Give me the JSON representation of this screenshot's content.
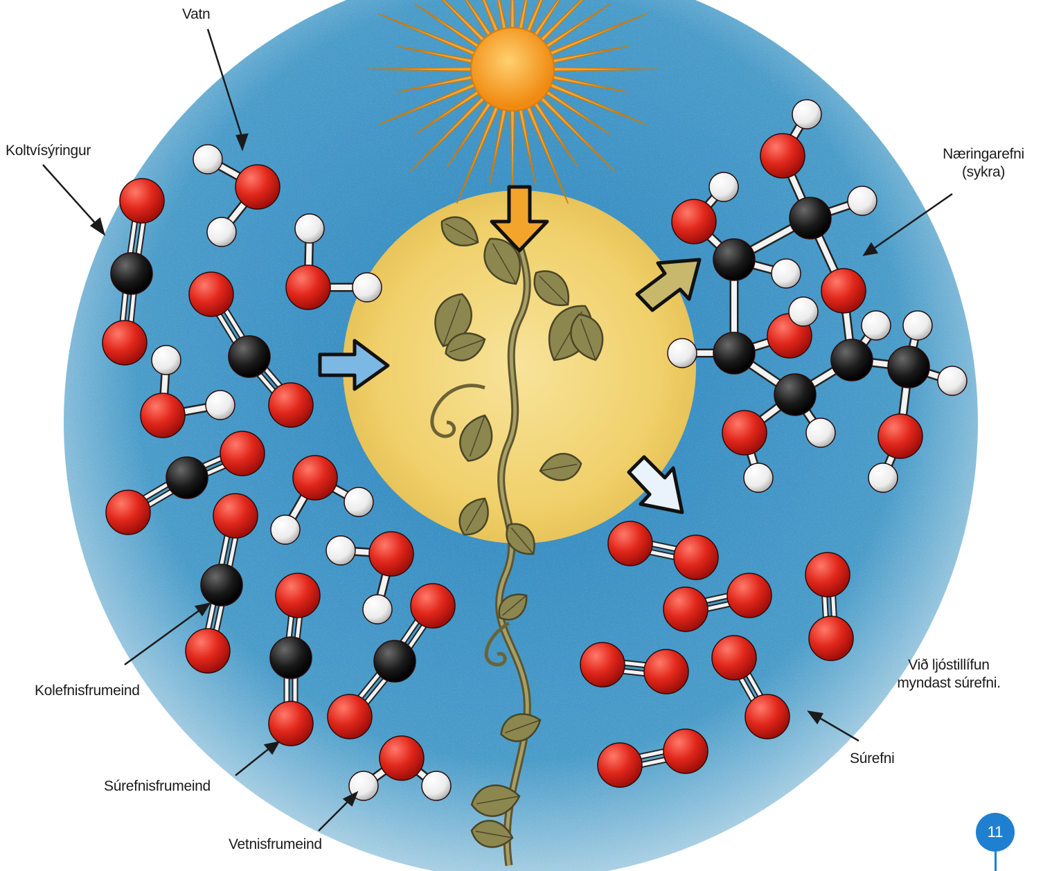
{
  "labels": {
    "vatn": "Vatn",
    "koltvisyringur": "Koltvísýringur",
    "naeringarefni_line1": "Næringarefni",
    "naeringarefni_line2": "(sykra)",
    "kolefnisfrumeind": "Kolefnisfrumeind",
    "surefnisfrumeind": "Súrefnisfrumeind",
    "vetnisfrumeind": "Vetnisfrumeind",
    "surefni": "Súrefni",
    "caption_line1": "Við ljóstillífun",
    "caption_line2": "myndast súrefni."
  },
  "page_number": "11",
  "colors": {
    "water_bg": "#3f93c4",
    "glow": "#f2d679",
    "sun": "#f4a724",
    "oxygen_atom": "#d9261c",
    "carbon_atom": "#1b1b1b",
    "hydrogen_atom": "#f4f4f4",
    "leaf": "#8a8450",
    "badge": "#1f7fd0"
  },
  "icons": [
    "sun-icon",
    "plant-icon",
    "arrow-icon",
    "molecule-icon"
  ]
}
